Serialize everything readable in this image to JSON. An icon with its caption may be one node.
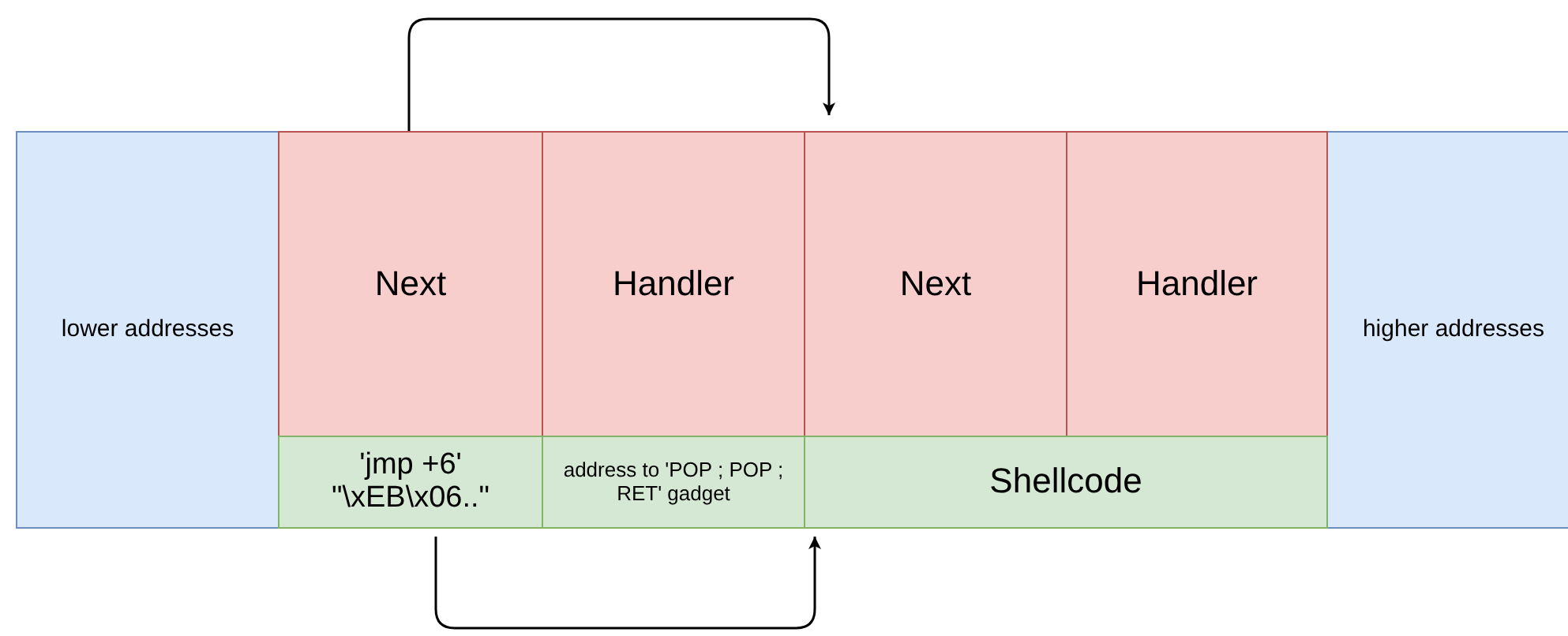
{
  "diagram": {
    "nodes": [
      {
        "text": [
          "lower addresses"
        ]
      },
      {
        "text": [
          "Next"
        ]
      },
      {
        "text": [
          "Handler"
        ]
      },
      {
        "text": [
          "Next"
        ]
      },
      {
        "text": [
          "Handler"
        ]
      },
      {
        "text": [
          "higher addresses"
        ]
      },
      {
        "text": [
          "'jmp +6' \"\\xEB\\x06..\""
        ]
      },
      {
        "text": [
          "address to 'POP ; POP ; RET' gadget"
        ]
      },
      {
        "text": [
          "Shellcode"
        ]
      }
    ],
    "edges": [
      {
        "from": 1,
        "to": 3,
        "arrow": "to"
      },
      {
        "from": 6,
        "to": 8,
        "arrow": "to"
      }
    ]
  }
}
